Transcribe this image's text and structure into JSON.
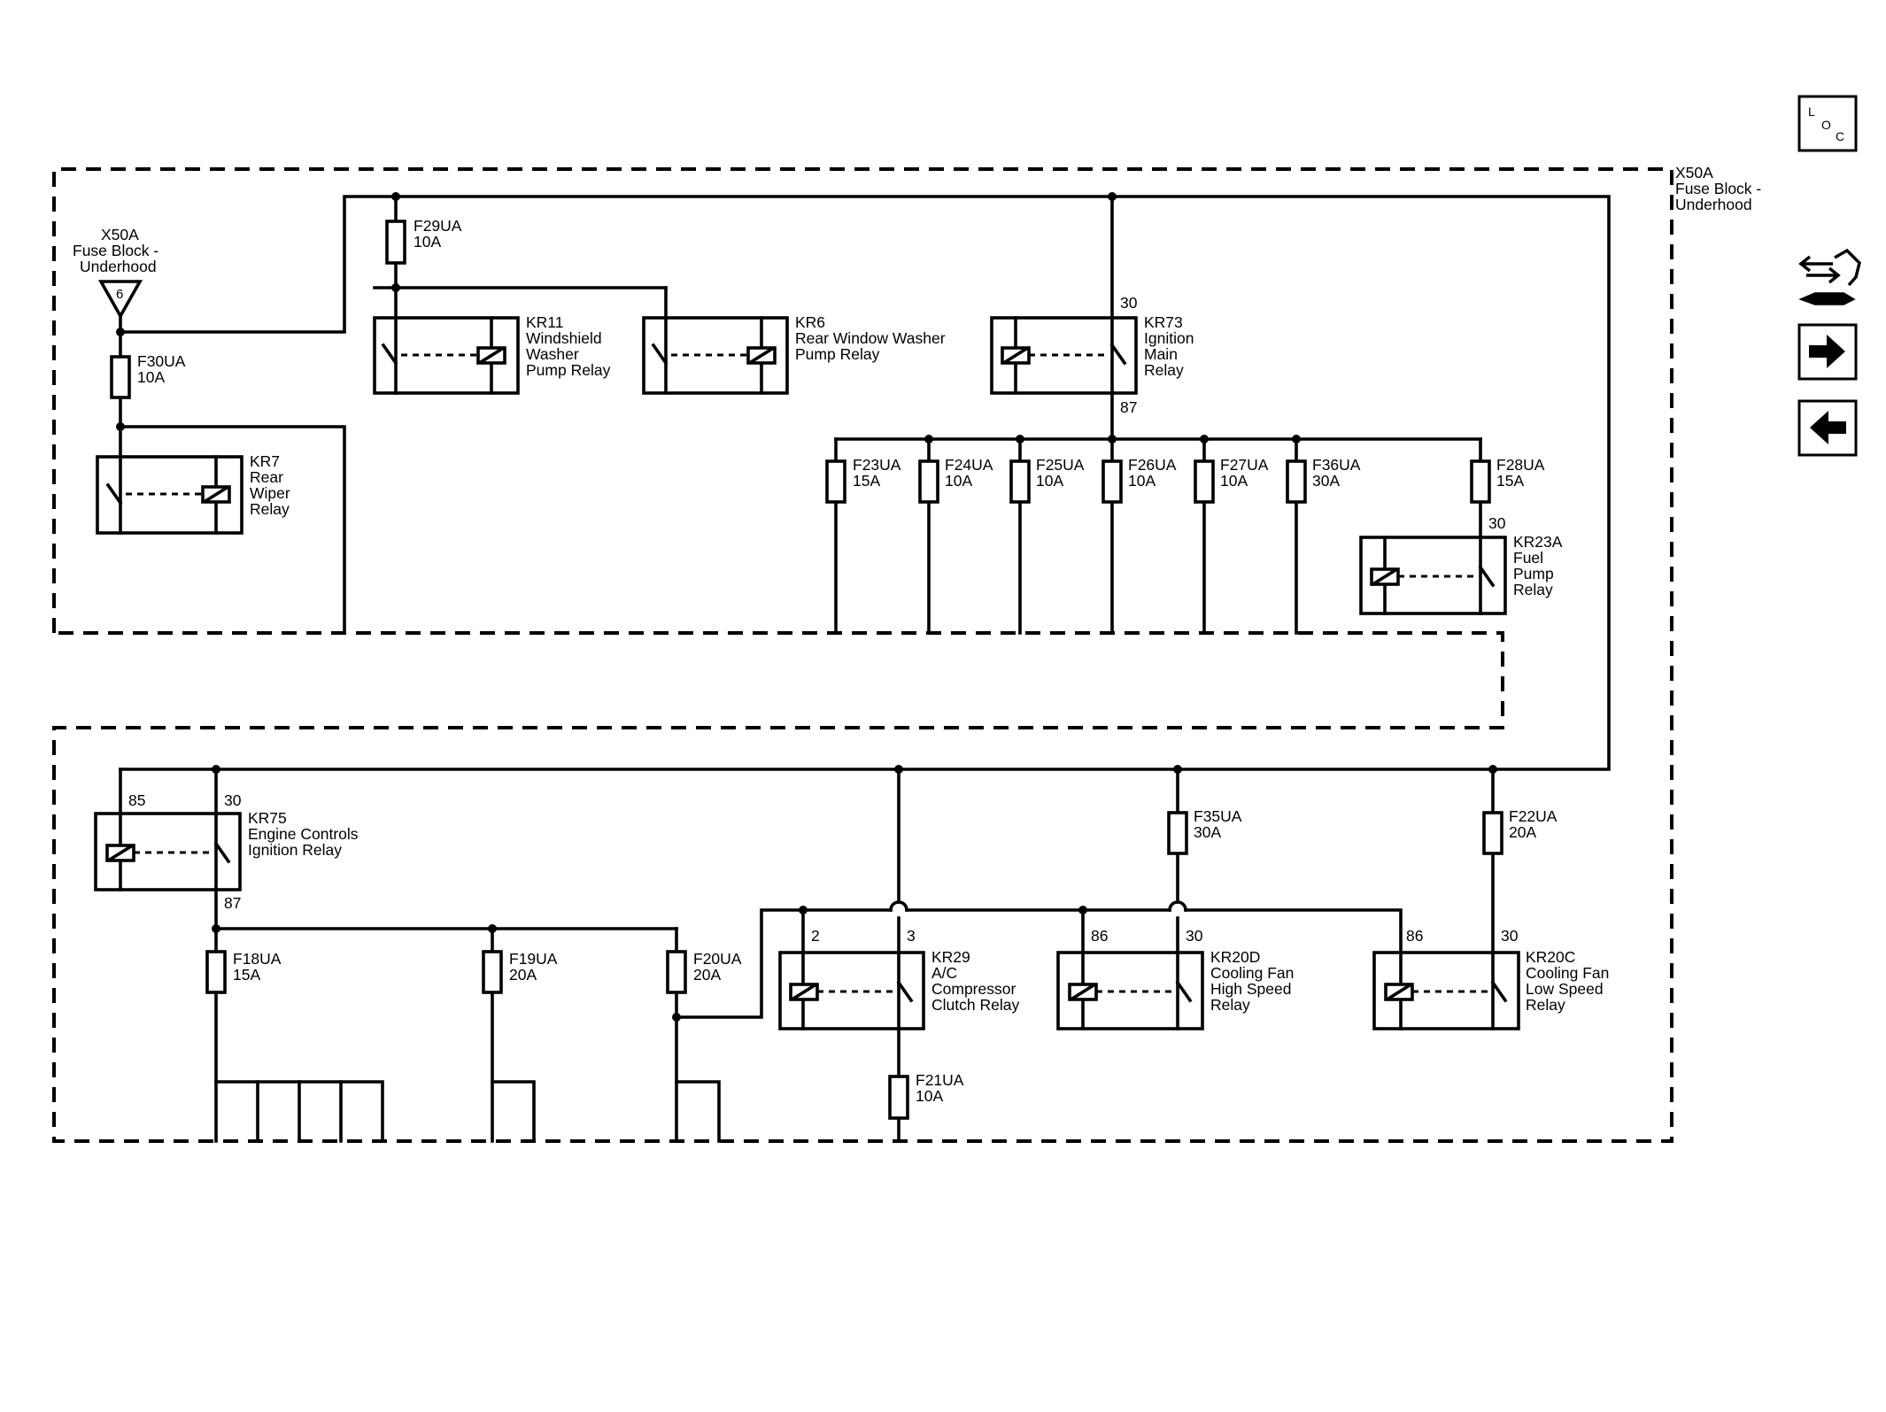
{
  "block": {
    "id": "X50A",
    "name_line1": "Fuse Block -",
    "name_line2": "Underhood"
  },
  "source": {
    "id": "X50A",
    "name_line1": "Fuse Block -",
    "name_line2": "Underhood",
    "pin": "6"
  },
  "fuses": {
    "F29UA": {
      "id": "F29UA",
      "rating": "10A"
    },
    "F30UA": {
      "id": "F30UA",
      "rating": "10A"
    },
    "F23UA": {
      "id": "F23UA",
      "rating": "15A"
    },
    "F24UA": {
      "id": "F24UA",
      "rating": "10A"
    },
    "F25UA": {
      "id": "F25UA",
      "rating": "10A"
    },
    "F26UA": {
      "id": "F26UA",
      "rating": "10A"
    },
    "F27UA": {
      "id": "F27UA",
      "rating": "10A"
    },
    "F36UA": {
      "id": "F36UA",
      "rating": "30A"
    },
    "F28UA": {
      "id": "F28UA",
      "rating": "15A"
    },
    "F35UA": {
      "id": "F35UA",
      "rating": "30A"
    },
    "F22UA": {
      "id": "F22UA",
      "rating": "20A"
    },
    "F18UA": {
      "id": "F18UA",
      "rating": "15A"
    },
    "F19UA": {
      "id": "F19UA",
      "rating": "20A"
    },
    "F20UA": {
      "id": "F20UA",
      "rating": "20A"
    },
    "F21UA": {
      "id": "F21UA",
      "rating": "10A"
    }
  },
  "relays": {
    "KR11": {
      "id": "KR11",
      "lines": [
        "Windshield",
        "Washer",
        "Pump Relay"
      ]
    },
    "KR6": {
      "id": "KR6",
      "lines": [
        "Rear Window Washer",
        "Pump Relay"
      ]
    },
    "KR73": {
      "id": "KR73",
      "lines": [
        "Ignition",
        "Main",
        "Relay"
      ],
      "pin_in": "30",
      "pin_out": "87"
    },
    "KR7": {
      "id": "KR7",
      "lines": [
        "Rear",
        "Wiper",
        "Relay"
      ]
    },
    "KR23A": {
      "id": "KR23A",
      "lines": [
        "Fuel",
        "Pump",
        "Relay"
      ],
      "pin_in": "30"
    },
    "KR75": {
      "id": "KR75",
      "lines": [
        "Engine Controls",
        "Ignition Relay"
      ],
      "pin_coil": "85",
      "pin_in": "30",
      "pin_out": "87"
    },
    "KR29": {
      "id": "KR29",
      "lines": [
        "A/C",
        "Compressor",
        "Clutch Relay"
      ],
      "pin_coil": "2",
      "pin_in": "3"
    },
    "KR20D": {
      "id": "KR20D",
      "lines": [
        "Cooling Fan",
        "High Speed",
        "Relay"
      ],
      "pin_coil": "86",
      "pin_in": "30"
    },
    "KR20C": {
      "id": "KR20C",
      "lines": [
        "Cooling Fan",
        "Low Speed",
        "Relay"
      ],
      "pin_coil": "86",
      "pin_in": "30"
    }
  },
  "nav": {
    "loc_l": "L",
    "loc_o": "O",
    "loc_c": "C",
    "icons": [
      "location-icon",
      "wiring-tools-icon",
      "arrow-right-icon",
      "arrow-left-icon"
    ]
  }
}
